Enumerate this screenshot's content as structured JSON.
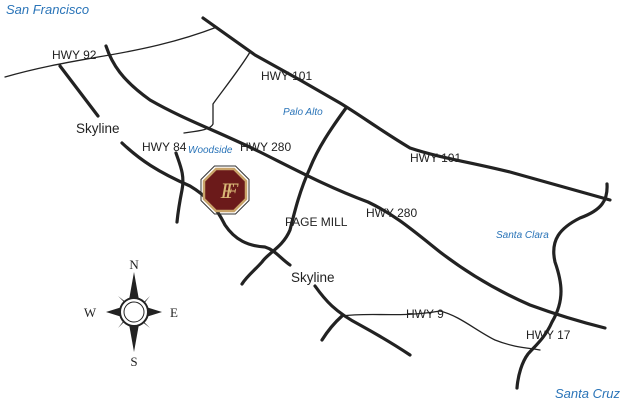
{
  "colors": {
    "city_label": "#2a74b8",
    "road": "#222222",
    "logo_fill": "#6b1a1a",
    "logo_border": "#c9a46a",
    "logo_text": "#d9b877"
  },
  "cities": {
    "san_francisco": "San Francisco",
    "palo_alto": "Palo Alto",
    "woodside": "Woodside",
    "santa_clara": "Santa Clara",
    "santa_cruz": "Santa Cruz"
  },
  "roads": {
    "hwy92": "HWY 92",
    "hwy101_north": "HWY 101",
    "hwy101_south": "HWY 101",
    "skyline_north": "Skyline",
    "skyline_south": "Skyline",
    "hwy84": "HWY 84",
    "hwy280_north": "HWY 280",
    "hwy280_south": "HWY 280",
    "page_mill": "PAGE MILL",
    "hwy9": "HWY 9",
    "hwy17": "HWY 17"
  },
  "logo": {
    "monogram": "FF",
    "icon": "winery-logo-icon"
  },
  "compass": {
    "icon": "compass-rose-icon",
    "north": "N",
    "south": "S",
    "east": "E",
    "west": "W"
  }
}
